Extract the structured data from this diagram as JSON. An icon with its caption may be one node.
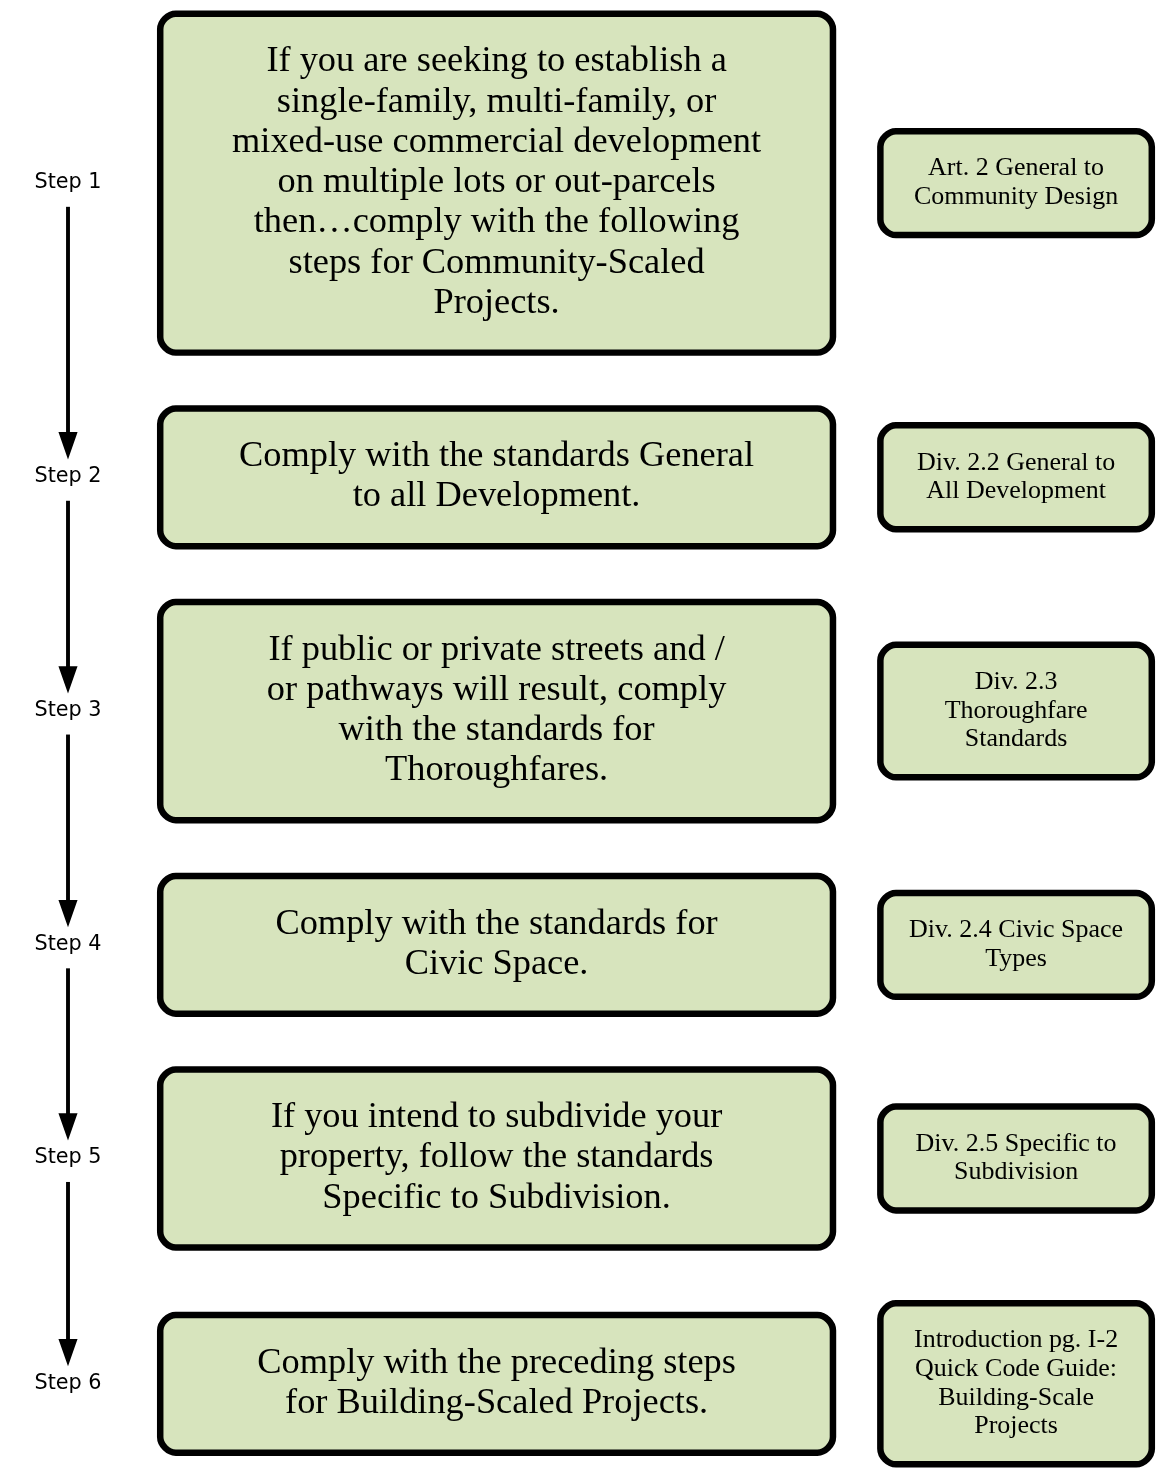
{
  "diagram": {
    "nodes": [
      {
        "text": [
          "Step 1"
        ]
      },
      {
        "text": [
          "If you are seeking to establish a single-family, multi-family, or mixed-use commercial development on multiple lots or out-parcels then…comply with the following steps for Community-Scaled Projects."
        ]
      },
      {
        "text": [
          "Art. 2 General to Community Design"
        ]
      },
      {
        "text": [
          "Step 2"
        ]
      },
      {
        "text": [
          "Comply with the standards General to all Development."
        ]
      },
      {
        "text": [
          "Div. 2.2 General to All Development"
        ]
      },
      {
        "text": [
          "Step 3"
        ]
      },
      {
        "text": [
          "If public or private streets and / or pathways will result, comply with the standards for Thoroughfares."
        ]
      },
      {
        "text": [
          "Div. 2.3 Thoroughfare Standards"
        ]
      },
      {
        "text": [
          "Step 4"
        ]
      },
      {
        "text": [
          "Comply with the standards for Civic Space."
        ]
      },
      {
        "text": [
          "Div. 2.4 Civic Space Types"
        ]
      },
      {
        "text": [
          "Step 5"
        ]
      },
      {
        "text": [
          "If you intend to subdivide your property, follow the standards Specific to Subdivision."
        ]
      },
      {
        "text": [
          "Div. 2.5 Specific to Subdivision"
        ]
      },
      {
        "text": [
          "Step 6"
        ]
      },
      {
        "text": [
          "Comply with the preceding steps for Building-Scaled Projects."
        ]
      },
      {
        "text": [
          "Introduction pg. I-2 Quick Code Guide: Building-Scale Projects"
        ]
      }
    ],
    "edges": [
      {
        "from": 0,
        "to": 3,
        "arrow": "to"
      },
      {
        "from": 3,
        "to": 6,
        "arrow": "to"
      },
      {
        "from": 6,
        "to": 9,
        "arrow": "to"
      },
      {
        "from": 9,
        "to": 12,
        "arrow": "to"
      },
      {
        "from": 12,
        "to": 15,
        "arrow": "to"
      }
    ]
  }
}
